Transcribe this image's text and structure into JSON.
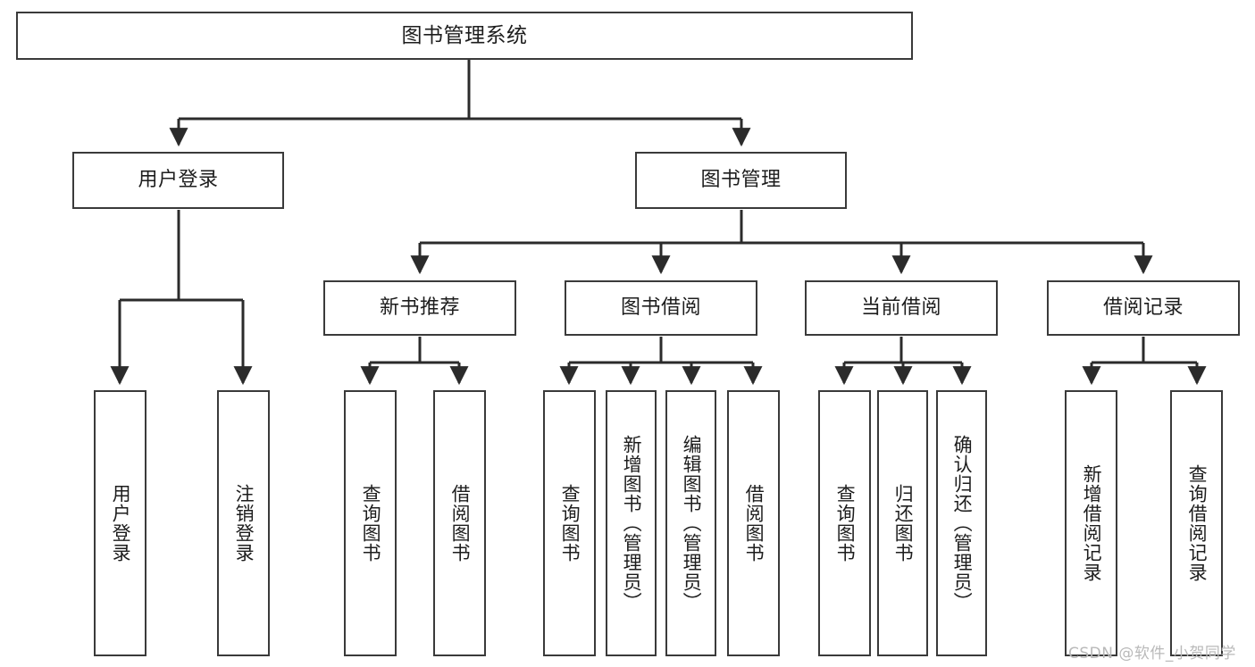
{
  "diagram": {
    "type": "tree",
    "title": "图书管理系统",
    "orientation": "top-down",
    "colors": {
      "box_border": "#3a3a3a",
      "box_fill": "#ffffff",
      "edge": "#2b2b2b",
      "text": "#1d1d1d",
      "watermark": "#b9b9b9",
      "background": "#ffffff"
    },
    "root": {
      "id": "root",
      "label": "图书管理系统"
    },
    "level2": [
      {
        "id": "user-login",
        "label": "用户登录"
      },
      {
        "id": "book-management",
        "label": "图书管理"
      }
    ],
    "level3": [
      {
        "id": "new-book-recommend",
        "label": "新书推荐",
        "parent": "book-management"
      },
      {
        "id": "book-borrow",
        "label": "图书借阅",
        "parent": "book-management"
      },
      {
        "id": "current-borrow",
        "label": "当前借阅",
        "parent": "book-management"
      },
      {
        "id": "borrow-record",
        "label": "借阅记录",
        "parent": "book-management"
      }
    ],
    "leaves": [
      {
        "id": "leaf-user-login",
        "label": "用户登录",
        "parent": "user-login"
      },
      {
        "id": "leaf-user-logout",
        "label": "注销登录",
        "parent": "user-login"
      },
      {
        "id": "leaf-query-book-1",
        "label": "查询图书",
        "parent": "new-book-recommend"
      },
      {
        "id": "leaf-borrow-book-1",
        "label": "借阅图书",
        "parent": "new-book-recommend"
      },
      {
        "id": "leaf-query-book-2",
        "label": "查询图书",
        "parent": "book-borrow"
      },
      {
        "id": "leaf-add-book",
        "label": "新增图书（管理员）",
        "parent": "book-borrow"
      },
      {
        "id": "leaf-edit-book",
        "label": "编辑图书（管理员）",
        "parent": "book-borrow"
      },
      {
        "id": "leaf-borrow-book-2",
        "label": "借阅图书",
        "parent": "book-borrow"
      },
      {
        "id": "leaf-query-book-3",
        "label": "查询图书",
        "parent": "current-borrow"
      },
      {
        "id": "leaf-return-book",
        "label": "归还图书",
        "parent": "current-borrow"
      },
      {
        "id": "leaf-confirm-return",
        "label": "确认归还（管理员）",
        "parent": "current-borrow"
      },
      {
        "id": "leaf-add-record",
        "label": "新增借阅记录",
        "parent": "borrow-record"
      },
      {
        "id": "leaf-query-record",
        "label": "查询借阅记录",
        "parent": "borrow-record"
      }
    ],
    "watermark": "CSDN @软件_小贺同学"
  }
}
